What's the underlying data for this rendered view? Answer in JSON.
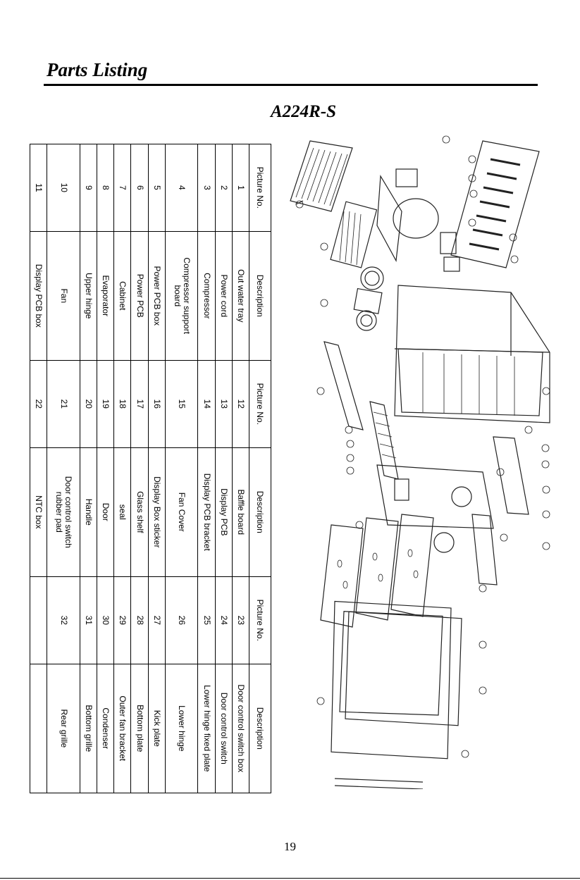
{
  "page": {
    "heading": "Parts Listing",
    "model": "A224R-S",
    "page_number": "19"
  },
  "table": {
    "headers": [
      "Picture No.",
      "Description",
      "Picture No.",
      "Description",
      "Picture No.",
      "Description"
    ],
    "rows": [
      [
        [
          "1"
        ],
        [
          "Out water tray"
        ],
        [
          "12"
        ],
        [
          "Baffle board"
        ],
        [
          "23"
        ],
        [
          "Door control switch box"
        ]
      ],
      [
        [
          "2"
        ],
        [
          "Power cord"
        ],
        [
          "13"
        ],
        [
          "Display PCB"
        ],
        [
          "24"
        ],
        [
          "Door control switch"
        ]
      ],
      [
        [
          "3"
        ],
        [
          "Compressor"
        ],
        [
          "14"
        ],
        [
          "Display PCB bracket"
        ],
        [
          "25"
        ],
        [
          "Lower hinge fixed plate"
        ]
      ],
      [
        [
          "4"
        ],
        [
          "Compressor support",
          "board"
        ],
        [
          "15"
        ],
        [
          "Fan Cover"
        ],
        [
          "26"
        ],
        [
          "Lower hinge"
        ]
      ],
      [
        [
          "5"
        ],
        [
          "Power PCB box"
        ],
        [
          "16"
        ],
        [
          "Display Box sticker"
        ],
        [
          "27"
        ],
        [
          "Kick plate"
        ]
      ],
      [
        [
          "6"
        ],
        [
          "Power PCB"
        ],
        [
          "17"
        ],
        [
          "Glass shelf"
        ],
        [
          "28"
        ],
        [
          "Bottom plate"
        ]
      ],
      [
        [
          "7"
        ],
        [
          "Cabinet"
        ],
        [
          "18"
        ],
        [
          "seal"
        ],
        [
          "29"
        ],
        [
          "Outer fan bracket"
        ]
      ],
      [
        [
          "8"
        ],
        [
          "Evaporator"
        ],
        [
          "19"
        ],
        [
          "Door"
        ],
        [
          "30"
        ],
        [
          "Condenser"
        ]
      ],
      [
        [
          "9"
        ],
        [
          "Upper hinge"
        ],
        [
          "20"
        ],
        [
          "Handle"
        ],
        [
          "31"
        ],
        [
          "Bottom grille"
        ]
      ],
      [
        [
          "10"
        ],
        [
          "Fan"
        ],
        [
          "21"
        ],
        [
          "Door control switch",
          "rubber pad"
        ],
        [
          "32"
        ],
        [
          "Rear grille"
        ]
      ],
      [
        [
          "11"
        ],
        [
          "Display PCB box"
        ],
        [
          "22"
        ],
        [
          "NTC box"
        ],
        [
          ""
        ],
        [
          ""
        ]
      ]
    ]
  }
}
